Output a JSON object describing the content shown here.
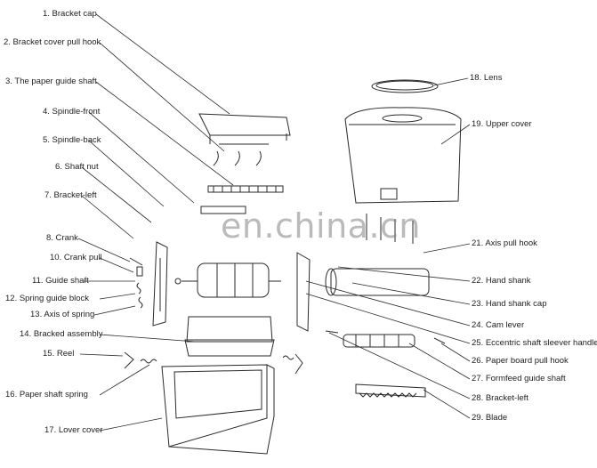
{
  "watermark": "en.china.cn",
  "labels": {
    "l1": "1. Bracket cap",
    "l2": "2. Bracket cover pull hook",
    "l3": "3. The paper guide shaft",
    "l4": "4. Spindle-front",
    "l5": "5. Spindle-back",
    "l6": "6. Shaft nut",
    "l7": "7. Bracket-left",
    "l8": "8. Crank",
    "l9": "10. Crank pull",
    "l11": "11. Guide shaft",
    "l12": "12. Spring guide block",
    "l13": "13. Axis of spring",
    "l14": "14. Bracked assembly",
    "l15": "15. Reel",
    "l16": "16. Paper shaft spring",
    "l17": "17. Lover cover",
    "l18": "18. Lens",
    "l19": "19. Upper cover",
    "l21": "21. Axis pull hook",
    "l22": "22. Hand shank",
    "l23": "23. Hand shank cap",
    "l24": "24. Cam lever",
    "l25": "25. Eccentric shaft sleever handle",
    "l26": "26. Paper board pull hook",
    "l27": "27. Formfeed guide shaft",
    "l28": "28. Bracket-left",
    "l29": "29. Blade"
  }
}
